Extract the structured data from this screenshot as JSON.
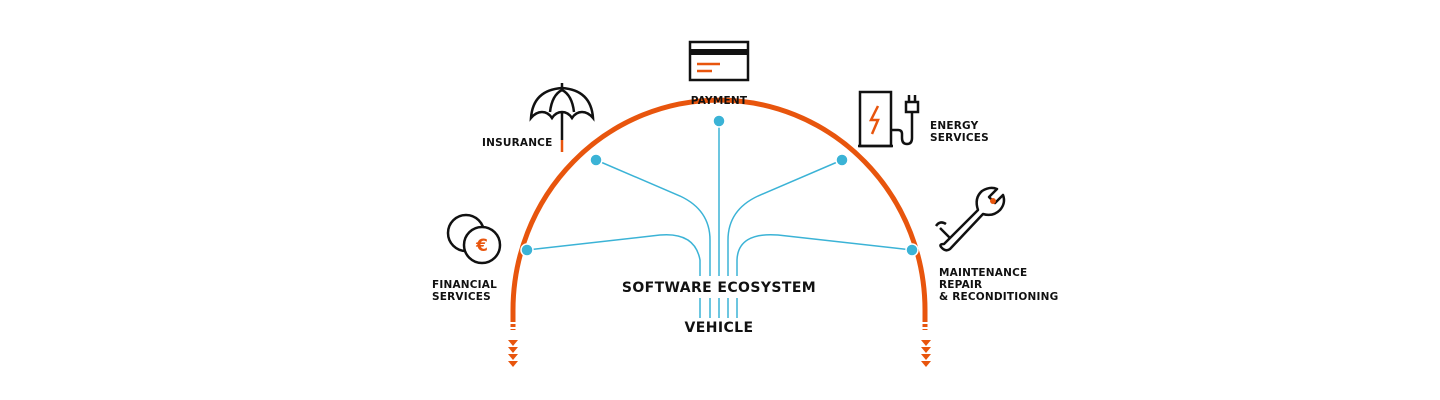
{
  "colors": {
    "arc": "#e8550d",
    "connector": "#3bb3d6",
    "node": "#3bb3d6",
    "ink": "#111111",
    "accent": "#e8550d"
  },
  "center": {
    "title": "SOFTWARE ECOSYSTEM",
    "subtitle": "VEHICLE"
  },
  "services": [
    {
      "id": "financial",
      "label_lines": [
        "FINANCIAL",
        "SERVICES"
      ],
      "icon": "euro-coins-icon"
    },
    {
      "id": "insurance",
      "label_lines": [
        "INSURANCE"
      ],
      "icon": "umbrella-icon"
    },
    {
      "id": "payment",
      "label_lines": [
        "PAYMENT"
      ],
      "icon": "credit-card-icon"
    },
    {
      "id": "energy",
      "label_lines": [
        "ENERGY",
        "SERVICES"
      ],
      "icon": "ev-charger-icon"
    },
    {
      "id": "maintenance",
      "label_lines": [
        "MAINTENANCE",
        "REPAIR",
        "& RECONDITIONING"
      ],
      "icon": "wrench-icon"
    }
  ]
}
